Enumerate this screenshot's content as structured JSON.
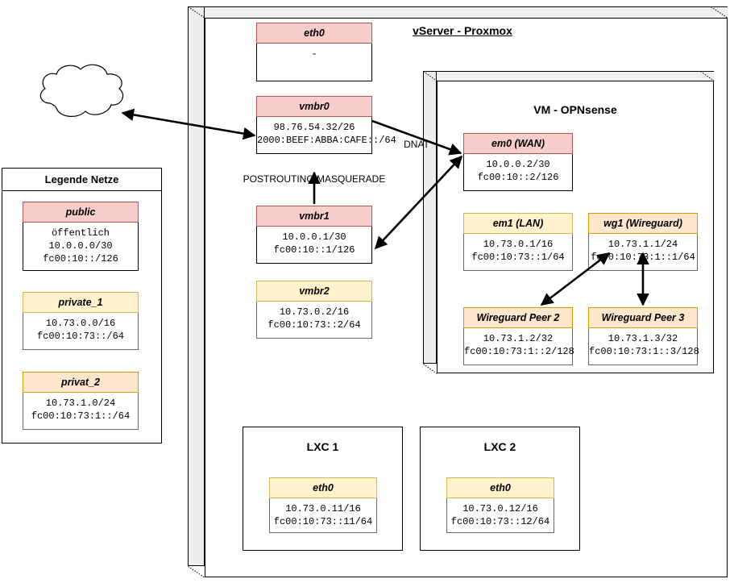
{
  "diagram": {
    "title": "vServer - Proxmox",
    "vm_title": "VM - OPNsense",
    "lxc1_title": "LXC 1",
    "lxc2_title": "LXC 2"
  },
  "legend": {
    "title": "Legende Netze",
    "items": [
      {
        "name": "public",
        "color": "pink",
        "line1": "öffentlich",
        "line2": "10.0.0.0/30",
        "line3": "fc00:10::/126"
      },
      {
        "name": "private_1",
        "color": "yellow",
        "line1": "10.73.0.0/16",
        "line2": "fc00:10:73::/64",
        "line3": ""
      },
      {
        "name": "privat_2",
        "color": "orange",
        "line1": "10.73.1.0/24",
        "line2": "fc00:10:73:1::/64",
        "line3": ""
      }
    ]
  },
  "host_interfaces": {
    "eth0": {
      "name": "eth0",
      "line1": "-",
      "line2": ""
    },
    "vmbr0": {
      "name": "vmbr0",
      "line1": "98.76.54.32/26",
      "line2": "2000:BEEF:ABBA:CAFE::/64"
    },
    "vmbr1": {
      "name": "vmbr1",
      "line1": "10.0.0.1/30",
      "line2": "fc00:10::1/126"
    },
    "vmbr2": {
      "name": "vmbr2",
      "line1": "10.73.0.2/16",
      "line2": "fc00:10:73::2/64"
    }
  },
  "vm_interfaces": {
    "em0": {
      "name": "em0 (WAN)",
      "line1": "10.0.0.2/30",
      "line2": "fc00:10::2/126"
    },
    "em1": {
      "name": "em1 (LAN)",
      "line1": "10.73.0.1/16",
      "line2": "fc00:10:73::1/64"
    },
    "wg1": {
      "name": "wg1 (Wireguard)",
      "line1": "10.73.1.1/24",
      "line2": "fc00:10:73:1::1/64"
    },
    "peer2": {
      "name": "Wireguard Peer 2",
      "line1": "10.73.1.2/32",
      "line2": "fc00:10:73:1::2/128"
    },
    "peer3": {
      "name": "Wireguard Peer 3",
      "line1": "10.73.1.3/32",
      "line2": "fc00:10:73:1::3/128"
    }
  },
  "lxc": {
    "lxc1_eth0": {
      "name": "eth0",
      "line1": "10.73.0.11/16",
      "line2": "fc00:10:73::11/64"
    },
    "lxc2_eth0": {
      "name": "eth0",
      "line1": "10.73.0.12/16",
      "line2": "fc00:10:73::12/64"
    }
  },
  "edge_labels": {
    "dnat": "DNAT",
    "masquerade": "POSTROUTING MASQUERADE"
  },
  "colors": {
    "public_fill": "#f8cecc",
    "public_stroke": "#b85450",
    "private1_fill": "#fff2cc",
    "private1_stroke": "#d6b656",
    "private2_fill": "#ffe6cc",
    "private2_stroke": "#d79b00",
    "container_fill": "#eeeeee",
    "line": "#000000"
  }
}
